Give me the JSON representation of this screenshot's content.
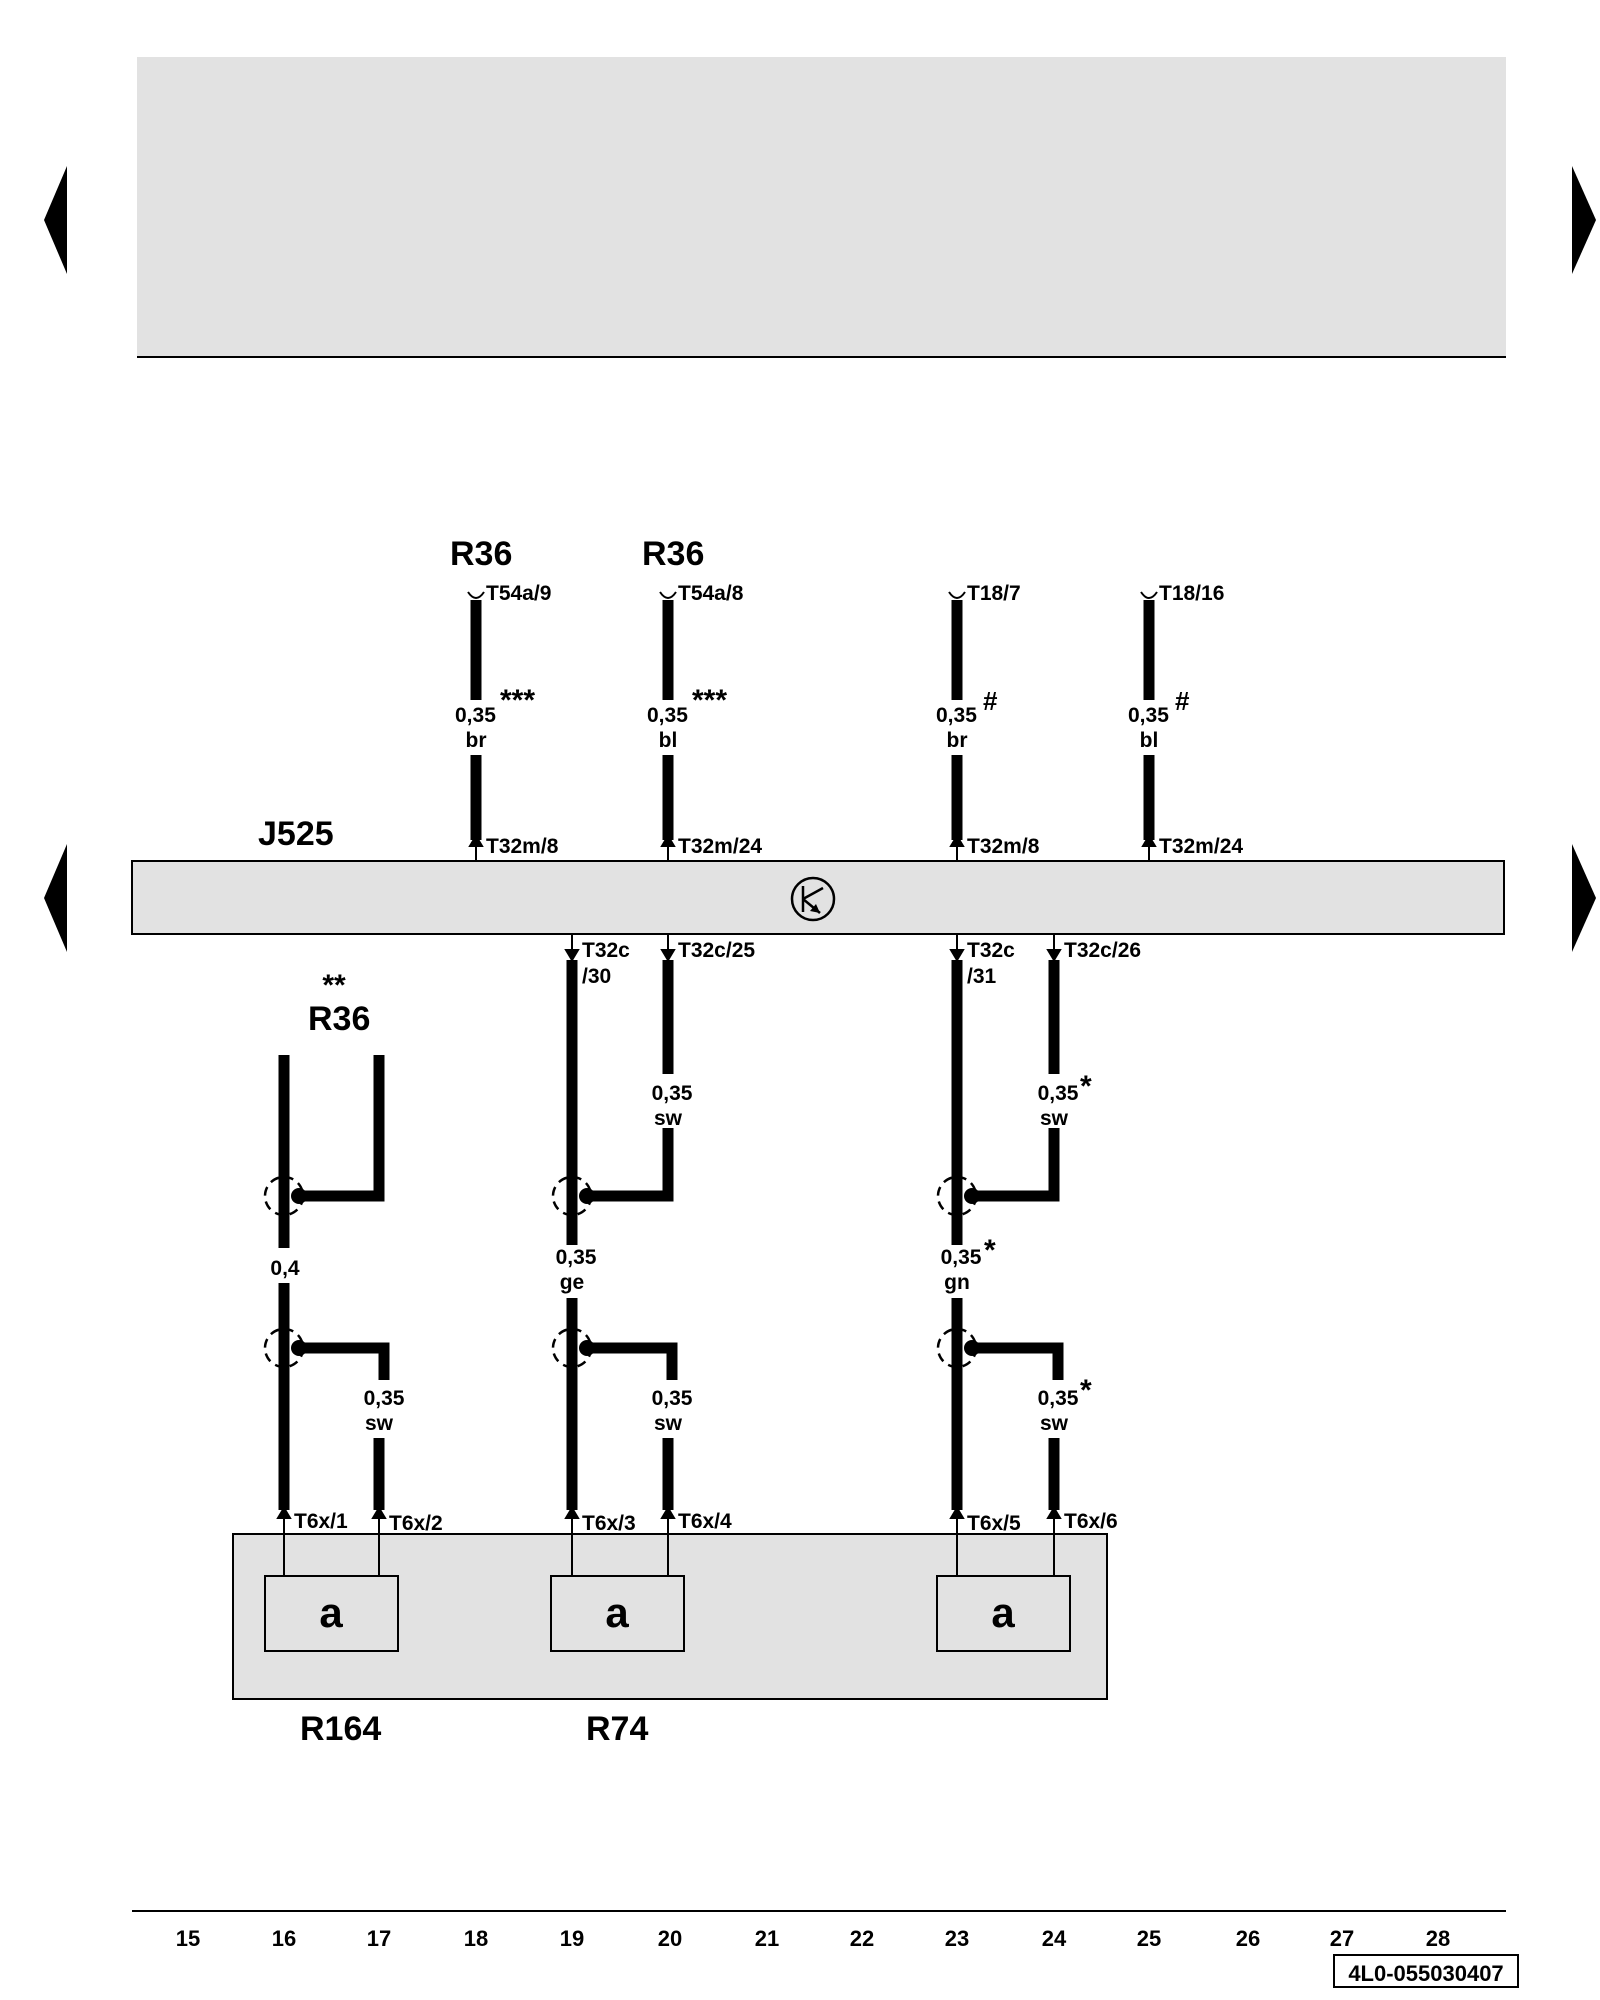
{
  "components": {
    "control_unit": "J525",
    "r36_a": "R36",
    "r36_b": "R36",
    "r36_c": "R36",
    "r164": "R164",
    "r74": "R74",
    "r36_c_note": "**"
  },
  "wires": [
    {
      "id": "w1",
      "size": "0,35",
      "color": "br",
      "note": "***",
      "top": "T54a/9",
      "bottom": "T32m/8"
    },
    {
      "id": "w2",
      "size": "0,35",
      "color": "bl",
      "note": "***",
      "top": "T54a/8",
      "bottom": "T32m/24"
    },
    {
      "id": "w3",
      "size": "0,35",
      "color": "br",
      "note": "#",
      "top": "T18/7",
      "bottom": "T32m/8"
    },
    {
      "id": "w4",
      "size": "0,35",
      "color": "bl",
      "note": "#",
      "top": "T18/16",
      "bottom": "T32m/24"
    }
  ],
  "lower_pins": {
    "p19": [
      "T32c",
      "/30"
    ],
    "p20": "T32c/25",
    "p23": [
      "T32c",
      "/31"
    ],
    "p24": "T32c/26"
  },
  "lower_wires": {
    "w16": {
      "size": "0,4",
      "color": ""
    },
    "w17": {
      "size": "0,35",
      "color": "sw"
    },
    "w19": {
      "size": "0,35",
      "color": "ge"
    },
    "w20a": {
      "size": "0,35",
      "color": "sw"
    },
    "w20b": {
      "size": "0,35",
      "color": "sw"
    },
    "w23": {
      "size": "0,35",
      "color": "gn",
      "note": "*"
    },
    "w24a": {
      "size": "0,35",
      "color": "sw",
      "note": "*"
    },
    "w24b": {
      "size": "0,35",
      "color": "sw",
      "note": "*"
    }
  },
  "speaker_pins": [
    "T6x/1",
    "T6x/2",
    "T6x/3",
    "T6x/4",
    "T6x/5",
    "T6x/6"
  ],
  "speaker_symbol": "a",
  "tracks": [
    "15",
    "16",
    "17",
    "18",
    "19",
    "20",
    "21",
    "22",
    "23",
    "24",
    "25",
    "26",
    "27",
    "28"
  ],
  "doc_number": "4L0-055030407"
}
